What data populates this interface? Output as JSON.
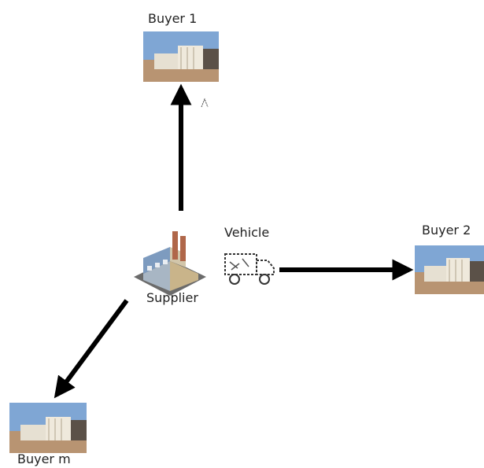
{
  "nodes": {
    "buyer1": {
      "label": "Buyer 1"
    },
    "buyer2": {
      "label": "Buyer 2"
    },
    "buyerm": {
      "label": "Buyer m"
    },
    "supplier": {
      "label": "Supplier"
    },
    "vehicle": {
      "label": "Vehicle"
    }
  },
  "icons": {
    "warehouse": "warehouse-photo-icon",
    "factory": "factory-icon",
    "truck": "truck-icon"
  },
  "colors": {
    "arrow": "#000000",
    "sky": "#7fa6d4",
    "ground": "#b89472",
    "building": "#e6e0d2"
  }
}
